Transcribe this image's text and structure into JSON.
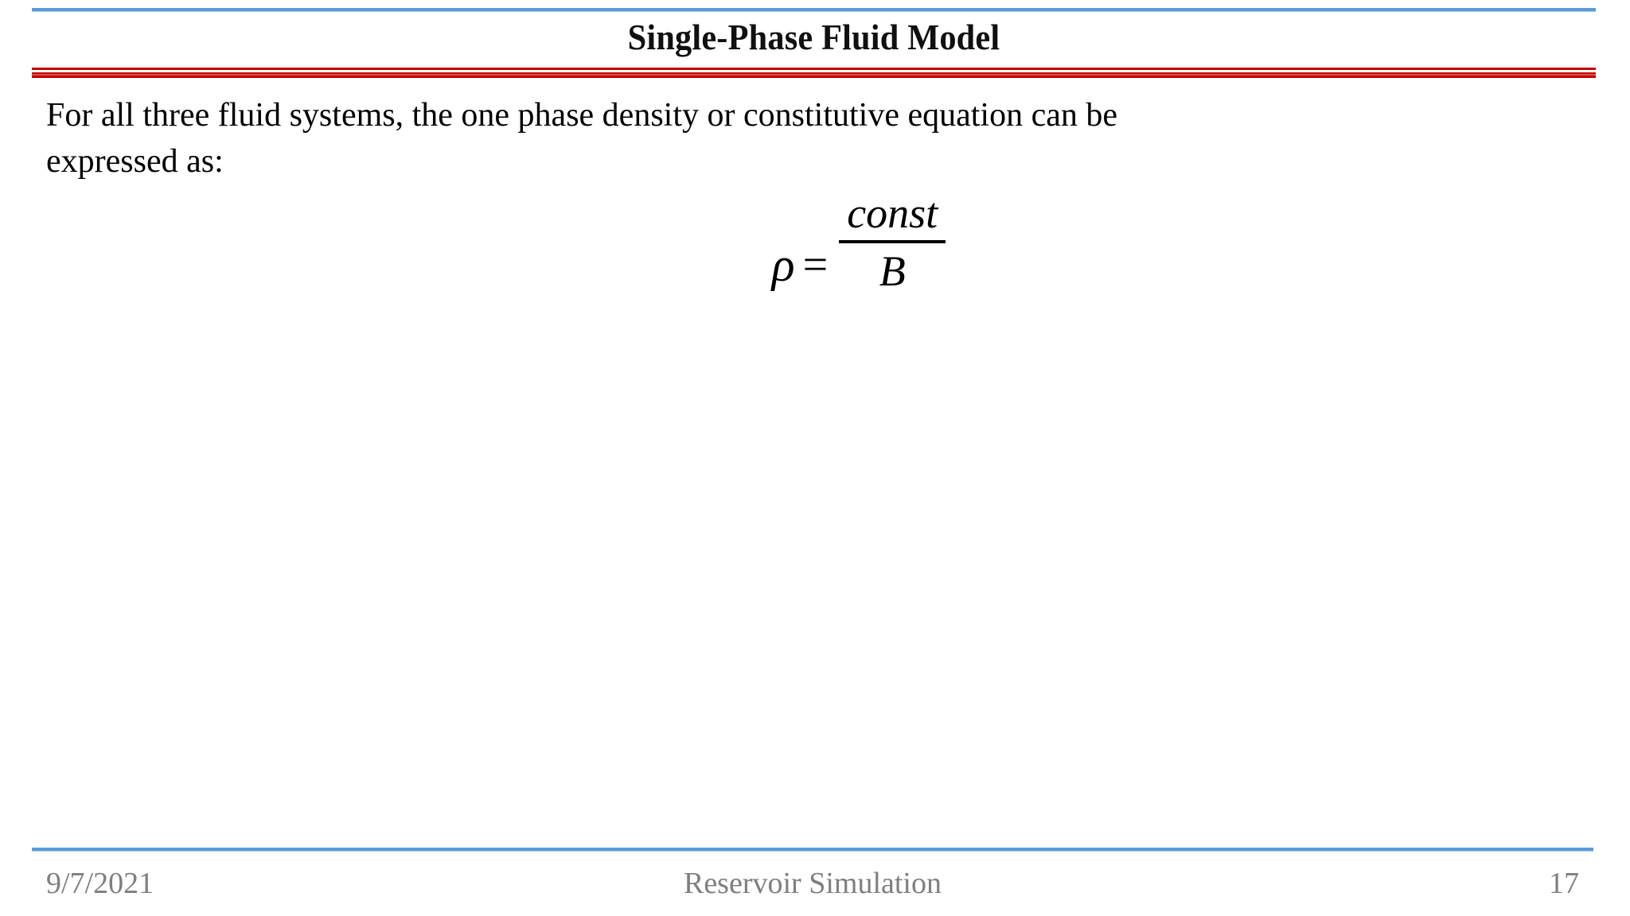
{
  "slide": {
    "title": "Single-Phase Fluid Model",
    "body": {
      "text": "For all three fluid systems, the one phase density or constitutive equation can be",
      "last_line": "expressed as:"
    },
    "equation": {
      "lhs_symbol": "ρ",
      "relation": "=",
      "numerator": "const",
      "denominator": "B",
      "plain": "ρ = const / B"
    },
    "footer": {
      "date": "9/7/2021",
      "center_text": "Reservoir Simulation",
      "page_number": "17"
    },
    "colors": {
      "accent_blue": "#5b9bd5",
      "accent_red": "#c00000",
      "accent_red_light": "#e2514a",
      "title_text": "#101010",
      "body_text": "#000000",
      "footer_text": "#7f7f7f",
      "background": "#ffffff"
    }
  }
}
